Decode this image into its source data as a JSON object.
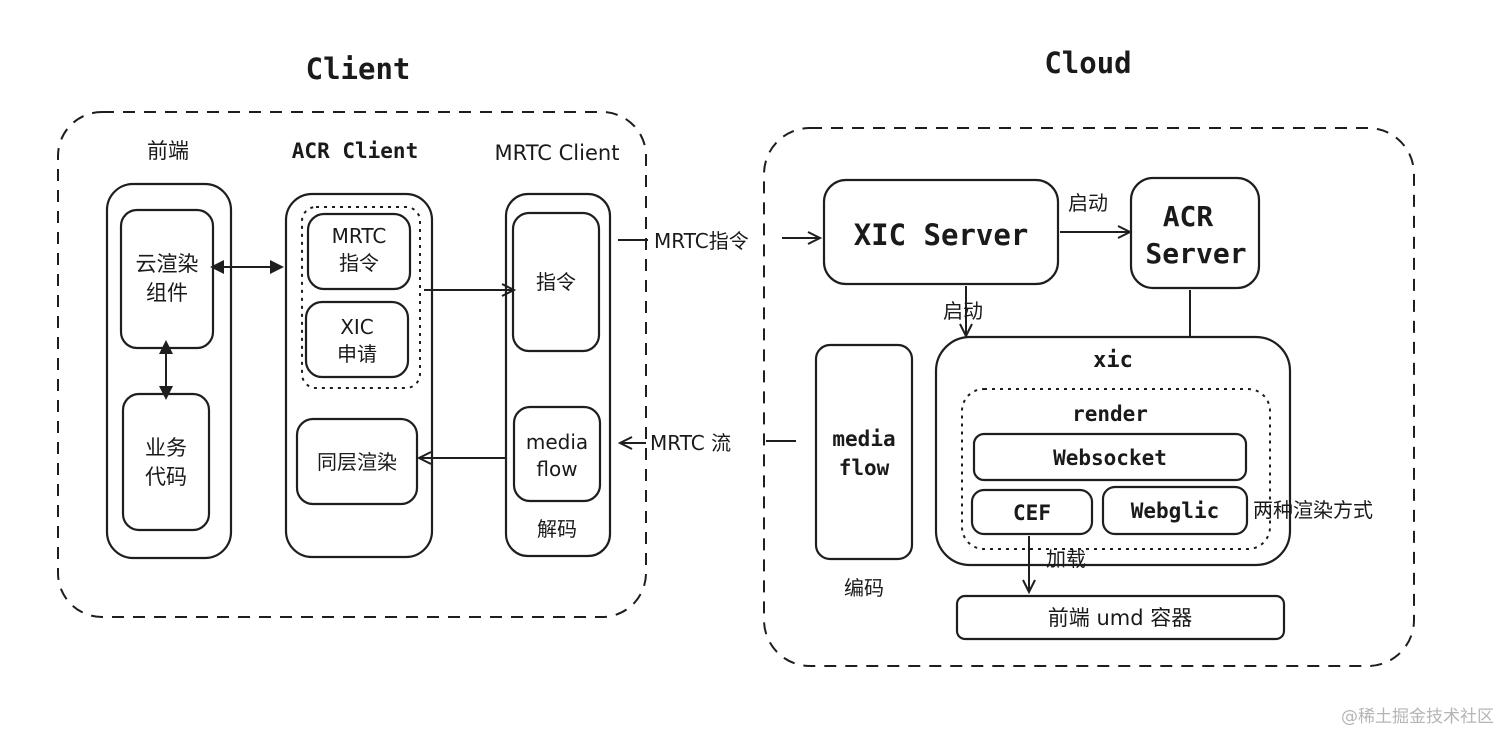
{
  "client": {
    "title": "Client",
    "frontend": {
      "heading": "前端",
      "component": "云渲染组件",
      "business_code": "业务代码"
    },
    "acr_client": {
      "heading": "ACR Client",
      "mrtc_cmd": "MRTC指令",
      "xic_apply": "XIC申请",
      "same_layer": "同层渲染"
    },
    "mrtc_client": {
      "heading": "MRTC Client",
      "cmd": "指令",
      "media_flow": "media flow",
      "decode": "解码"
    }
  },
  "links": {
    "mrtc_cmd": "MRTC指令",
    "mrtc_stream": "MRTC 流",
    "start_1": "启动",
    "start_2": "启动",
    "load": "加载"
  },
  "cloud": {
    "title": "Cloud",
    "xic_server": "XIC Server",
    "acr_server": "ACR Server",
    "media_flow": "media flow",
    "encode": "编码",
    "xic": {
      "title": "xic",
      "render": "render",
      "websocket": "Websocket",
      "cef": "CEF",
      "webglic": "Webglic",
      "render_modes": "两种渲染方式"
    },
    "container": "前端 umd 容器"
  },
  "watermark": "@稀土掘金技术社区"
}
